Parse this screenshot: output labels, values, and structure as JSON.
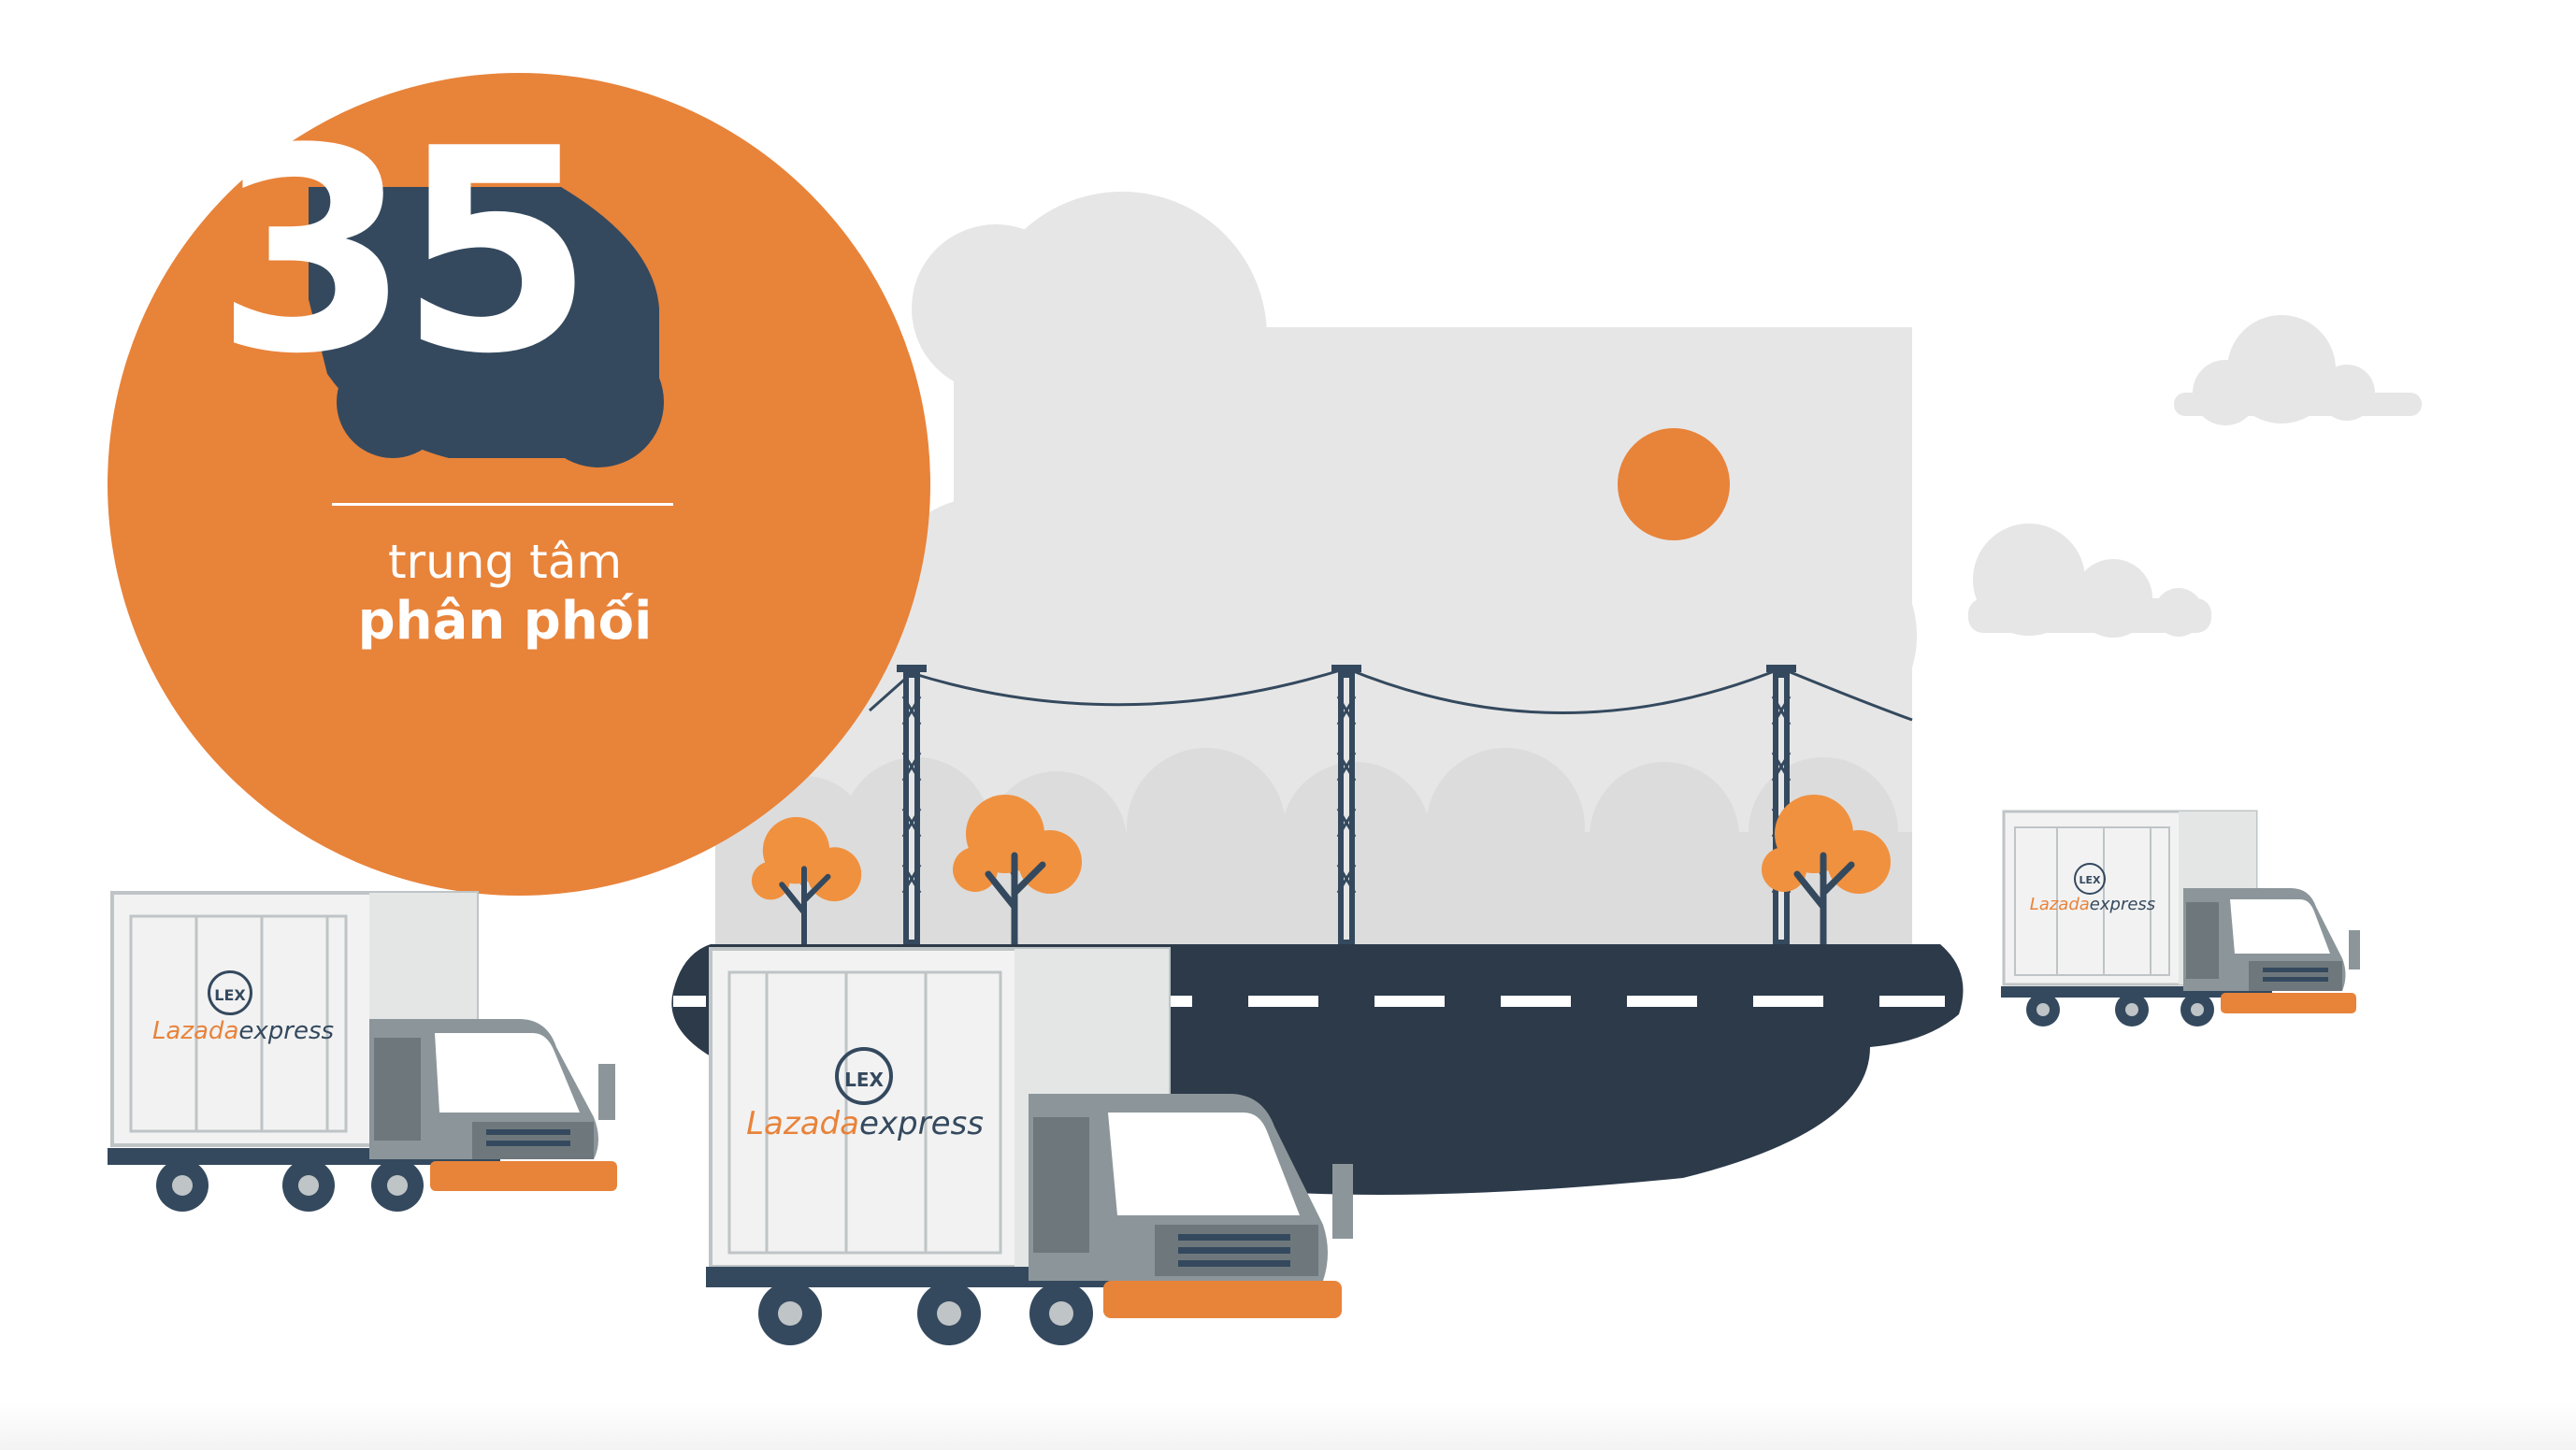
{
  "stat": {
    "number": "35",
    "label_line1": "trung tâm",
    "label_line2": "phân phối"
  },
  "trucks": [
    {
      "logo_mark": "LEX",
      "brand_part1": "Lazada",
      "brand_part2": "express"
    },
    {
      "logo_mark": "LEX",
      "brand_part1": "Lazada",
      "brand_part2": "express"
    },
    {
      "logo_mark": "LEX",
      "brand_part1": "Lazada",
      "brand_part2": "express"
    }
  ],
  "colors": {
    "orange": "#E8833A",
    "navy": "#34495E",
    "road": "#2C3A4A",
    "cloud": "#E6E6E6",
    "cloud_light": "#EDEDED",
    "tree_orange": "#F0913F",
    "truck_gray": "#8C969A",
    "box_white": "#F2F2F2"
  }
}
